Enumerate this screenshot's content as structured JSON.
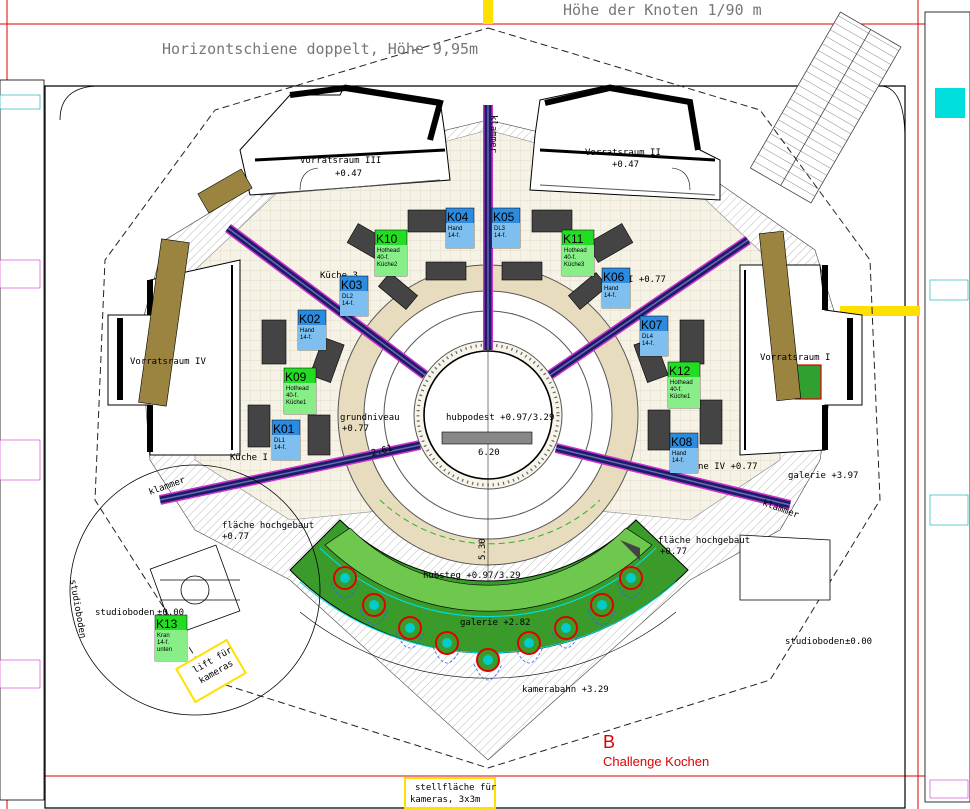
{
  "header": {
    "title_left": "Horizontschiene doppelt, Höhe 9,95m",
    "title_right": "Höhe der Knoten 1/90 m"
  },
  "rooms": {
    "vorratsraum_iii": "Vorratsraum III",
    "vorratsraum_ii": "Vorratsraum II",
    "vorratsraum_iv": "Vorratsraum IV",
    "vorratsraum_i": "Vorratsraum I",
    "level_047": "+0.47"
  },
  "areas": {
    "grundniveau": "grundniveau",
    "grundniveau_level": "+0.77",
    "hubpodest": "hubpodest +0.97/3.29",
    "hubsteg": "hubsteg +0.97/3.29",
    "galerie_inner": "galerie +2.82",
    "kamerabahn": "kamerabahn +3.29",
    "flaeche_left": "fläche hochgebaut",
    "flaeche_right": "fläche hochgebaut",
    "flaeche_level": "+0.77",
    "studioboden": "studioboden",
    "studioboden_level": "±0.00",
    "galerie_right": "galerie +3.97",
    "lift": "lift für",
    "lift2": "kameras",
    "stellflaeche": "stellfläche für",
    "stellflaeche2": "kameras, 3x3m",
    "kueche_i": "Küche I",
    "kueche_ii": "I +0.77",
    "kueche_iii": "Küche 3",
    "kueche_iv": "ne IV +0.77",
    "klammer": "klammer",
    "dim_530": "5.30",
    "dim_620": "6.20",
    "dim_261": "2.61"
  },
  "cameras": {
    "k01": {
      "id": "K01",
      "l1": "DL1",
      "l2": "14-f."
    },
    "k02": {
      "id": "K02",
      "l1": "Hand",
      "l2": "14-f."
    },
    "k03": {
      "id": "K03",
      "l1": "DL2",
      "l2": "14-f."
    },
    "k04": {
      "id": "K04",
      "l1": "Hand",
      "l2": "14-f."
    },
    "k05": {
      "id": "K05",
      "l1": "DL3",
      "l2": "14-f."
    },
    "k06": {
      "id": "K06",
      "l1": "Hand",
      "l2": "14-f."
    },
    "k07": {
      "id": "K07",
      "l1": "DL4",
      "l2": "14-f."
    },
    "k08": {
      "id": "K08",
      "l1": "Hand",
      "l2": "14-f."
    },
    "k09": {
      "id": "K09",
      "l1": "Hothead",
      "l2": "40-f.",
      "l3": "Küche1"
    },
    "k10": {
      "id": "K10",
      "l1": "Hothead",
      "l2": "40-f.",
      "l3": "Küche2"
    },
    "k11": {
      "id": "K11",
      "l1": "Hothead",
      "l2": "40-f.",
      "l3": "Küche3"
    },
    "k12": {
      "id": "K12",
      "l1": "Hothead",
      "l2": "40-f.",
      "l3": "Küche1"
    },
    "k13": {
      "id": "K13",
      "l1": "Kran",
      "l2": "14-f.",
      "l3": "unten"
    }
  },
  "footer": {
    "letter": "B",
    "caption": "Challenge Kochen"
  },
  "colors": {
    "green_label": "#22dd22",
    "blue_label": "#2a8be0",
    "navy_rail": "#1c1c6a",
    "purple_line": "#cc33cc",
    "red_line": "#e00000",
    "gallery_green": "#3a9a2a",
    "floor_tan": "#ece6cc",
    "wood": "#9b8440",
    "yellow": "#ffe000",
    "cyan": "#00dddd"
  }
}
